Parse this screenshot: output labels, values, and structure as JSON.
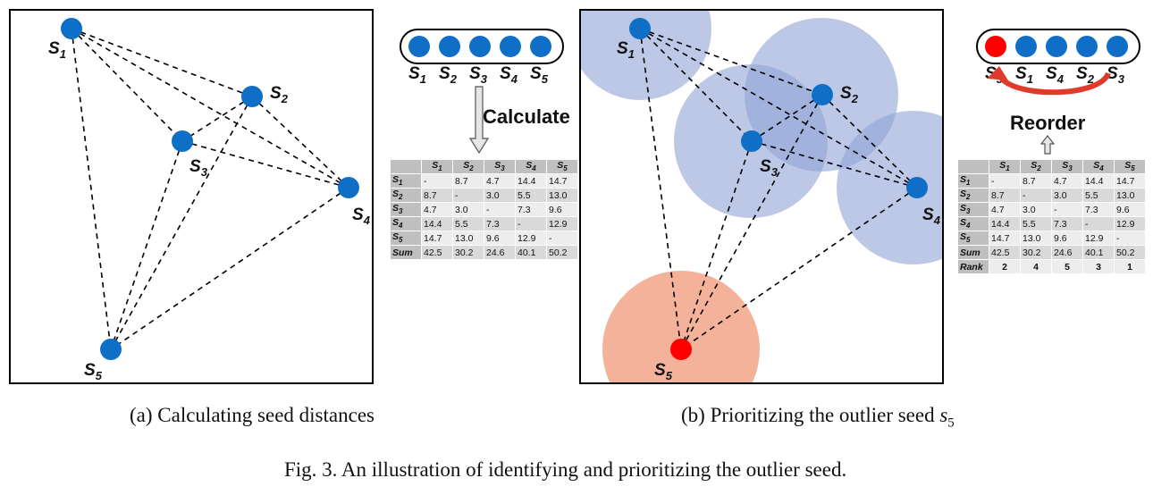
{
  "panel_a": {
    "nodes": [
      {
        "id": "s1",
        "label": "S",
        "sub": "1"
      },
      {
        "id": "s2",
        "label": "S",
        "sub": "2"
      },
      {
        "id": "s3",
        "label": "S",
        "sub": "3"
      },
      {
        "id": "s4",
        "label": "S",
        "sub": "4"
      },
      {
        "id": "s5",
        "label": "S",
        "sub": "5"
      }
    ],
    "queue": [
      {
        "label": "S",
        "sub": "1"
      },
      {
        "label": "S",
        "sub": "2"
      },
      {
        "label": "S",
        "sub": "3"
      },
      {
        "label": "S",
        "sub": "4"
      },
      {
        "label": "S",
        "sub": "5"
      }
    ],
    "arrow_label": "Calculate",
    "caption": "(a) Calculating seed distances"
  },
  "panel_b": {
    "nodes": [
      {
        "id": "s1",
        "label": "S",
        "sub": "1"
      },
      {
        "id": "s2",
        "label": "S",
        "sub": "2"
      },
      {
        "id": "s3",
        "label": "S",
        "sub": "3"
      },
      {
        "id": "s4",
        "label": "S",
        "sub": "4"
      },
      {
        "id": "s5",
        "label": "S",
        "sub": "5",
        "outlier": true
      }
    ],
    "queue": [
      {
        "label": "S",
        "sub": "5",
        "outlier": true
      },
      {
        "label": "S",
        "sub": "1"
      },
      {
        "label": "S",
        "sub": "4"
      },
      {
        "label": "S",
        "sub": "2"
      },
      {
        "label": "S",
        "sub": "3"
      }
    ],
    "arrow_label": "Reorder",
    "caption_text": "(b) Prioritizing the outlier seed ",
    "caption_var": "s",
    "caption_sub": "5"
  },
  "table": {
    "headers": [
      "S1",
      "S2",
      "S3",
      "S4",
      "S5"
    ],
    "rows": [
      {
        "name": "S1",
        "cells": [
          "-",
          "8.7",
          "4.7",
          "14.4",
          "14.7"
        ]
      },
      {
        "name": "S2",
        "cells": [
          "8.7",
          "-",
          "3.0",
          "5.5",
          "13.0"
        ]
      },
      {
        "name": "S3",
        "cells": [
          "4.7",
          "3.0",
          "-",
          "7.3",
          "9.6"
        ]
      },
      {
        "name": "S4",
        "cells": [
          "14.4",
          "5.5",
          "7.3",
          "-",
          "12.9"
        ]
      },
      {
        "name": "S5",
        "cells": [
          "14.7",
          "13.0",
          "9.6",
          "12.9",
          "-"
        ]
      },
      {
        "name": "Sum",
        "cells": [
          "42.5",
          "30.2",
          "24.6",
          "40.1",
          "50.2"
        ]
      }
    ],
    "rank_row": {
      "name": "Rank",
      "cells": [
        "2",
        "4",
        "5",
        "3",
        "1"
      ]
    }
  },
  "figure_caption": "Fig. 3.  An illustration of identifying and prioritizing the outlier seed.",
  "colors": {
    "node_blue": "#0f6fc6",
    "outlier_red": "#ff0000",
    "circle_blue": "#8fa3d6",
    "circle_salmon": "#f3a488",
    "arrow_red": "#e03a2a",
    "table_header": "#bfbfbf"
  }
}
